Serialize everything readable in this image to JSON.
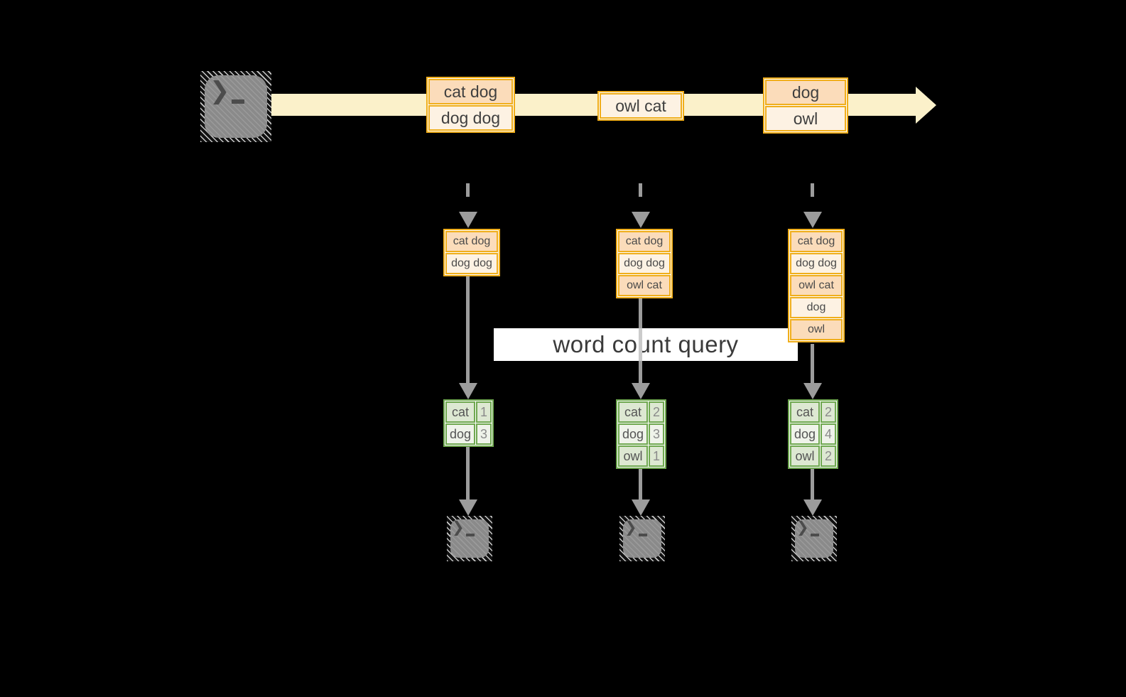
{
  "banner": {
    "label": "word count query"
  },
  "stream": {
    "messages": [
      {
        "lines": [
          "cat dog",
          "dog dog"
        ]
      },
      {
        "lines": [
          "owl cat"
        ]
      },
      {
        "lines": [
          "dog",
          "owl"
        ]
      }
    ]
  },
  "columns": [
    {
      "buffer": [
        "cat dog",
        "dog dog"
      ],
      "counts": [
        {
          "word": "cat",
          "value": "1"
        },
        {
          "word": "dog",
          "value": "3"
        }
      ]
    },
    {
      "buffer": [
        "cat dog",
        "dog dog",
        "owl cat"
      ],
      "counts": [
        {
          "word": "cat",
          "value": "2"
        },
        {
          "word": "dog",
          "value": "3"
        },
        {
          "word": "owl",
          "value": "1"
        }
      ]
    },
    {
      "buffer": [
        "cat dog",
        "dog dog",
        "owl cat",
        "dog",
        "owl"
      ],
      "counts": [
        {
          "word": "cat",
          "value": "2"
        },
        {
          "word": "dog",
          "value": "4"
        },
        {
          "word": "owl",
          "value": "2"
        }
      ]
    }
  ],
  "icons": {
    "source": "terminal-icon",
    "outputs": [
      "terminal-icon",
      "terminal-icon",
      "terminal-icon"
    ]
  },
  "colors": {
    "background": "#000000",
    "stream_band": "#fbf1ca",
    "box_border": "#f0ae1b",
    "box_fill_peach": "#fbdcba",
    "box_fill_cream": "#fdf2e3",
    "table_border": "#6fa850",
    "table_fill_sage": "#dde8d2",
    "table_fill_light": "#eff3ea",
    "arrow_gray": "#9c9c9c",
    "banner_bg": "#ffffff",
    "text": "#3f3f3f"
  }
}
